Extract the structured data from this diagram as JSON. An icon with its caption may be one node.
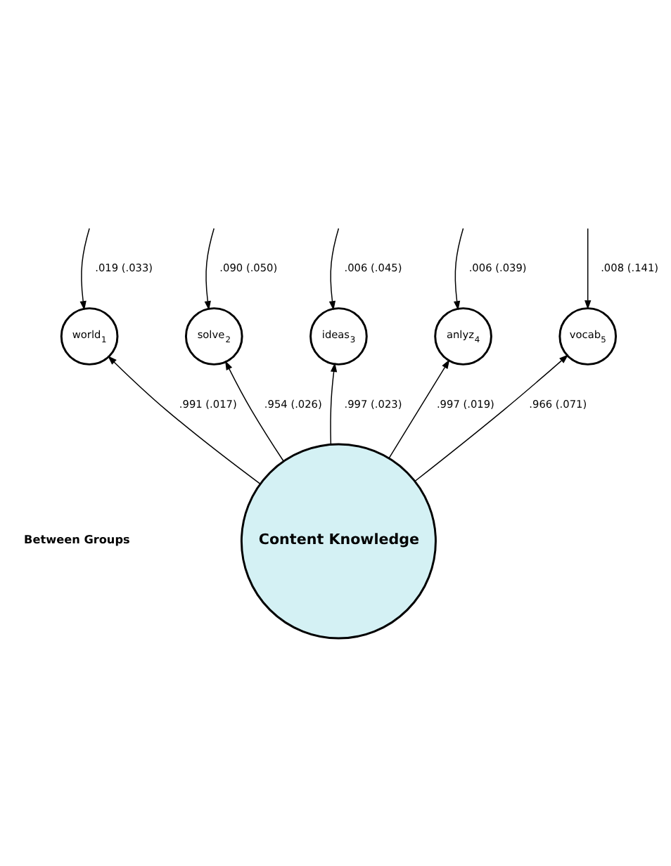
{
  "diagram": {
    "nodes": [
      {
        "text": [
          "world$_{1}$"
        ]
      },
      {
        "text": [
          "solve$_{2}$"
        ]
      },
      {
        "text": [
          "ideas$_{3}$"
        ]
      },
      {
        "text": [
          "anlyz$_{4}$"
        ]
      },
      {
        "text": [
          "vocab$_{5}$"
        ]
      },
      {
        "text": [
          "Content Knowledge"
        ]
      }
    ],
    "edges": [
      {
        "from": null,
        "to": 0,
        "arrow": "to",
        "label": ".019 (.033)"
      },
      {
        "from": null,
        "to": 1,
        "arrow": "to",
        "label": ".090 (.050)"
      },
      {
        "from": null,
        "to": 2,
        "arrow": "to",
        "label": ".006 (.045)"
      },
      {
        "from": null,
        "to": 3,
        "arrow": "to",
        "label": ".006 (.039)"
      },
      {
        "from": null,
        "to": 4,
        "arrow": "to",
        "label": ".008 (.141)"
      },
      {
        "from": 5,
        "to": 0,
        "arrow": "to",
        "label": ".991 (.017)"
      },
      {
        "from": 5,
        "to": 1,
        "arrow": "to",
        "label": ".954 (.026)"
      },
      {
        "from": 5,
        "to": 2,
        "arrow": "to",
        "label": ".997 (.023)"
      },
      {
        "from": 5,
        "to": 3,
        "arrow": "to",
        "label": ".997 (.019)"
      },
      {
        "from": 5,
        "to": 4,
        "arrow": "to",
        "label": ".966 (.071)"
      }
    ],
    "labels": [
      "Between Groups"
    ]
  }
}
